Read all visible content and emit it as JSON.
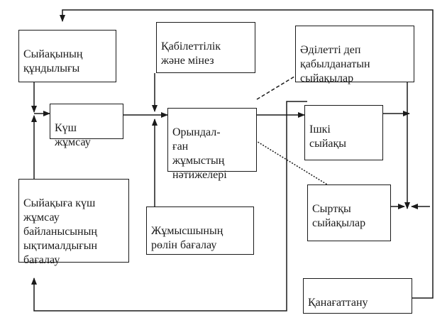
{
  "diagram": {
    "nodes": {
      "value_of_reward": "Сыйақының\nқұндылығы",
      "abilities": "Қабілеттілік\nжәне мінез",
      "fair_rewards": "Әділетті деп\nқабылданатын\nсыйақылар",
      "effort": "Күш\nжұмсау",
      "performance": "Орындал-\nған\nжұмыстың\nнәтижелері",
      "intrinsic_rewards": "Ішкі\nсыйақы",
      "extrinsic_rewards": "Сыртқы\nсыйақылар",
      "probability_assessment": "Сыйақыға күш\nжұмсау\nбайланысының\nықтималдығын\nбағалау",
      "role_perception": "Жұмысшының\nрөлін бағалау",
      "satisfaction": "Қанағаттану"
    },
    "line_color": "#1a1a1a"
  }
}
